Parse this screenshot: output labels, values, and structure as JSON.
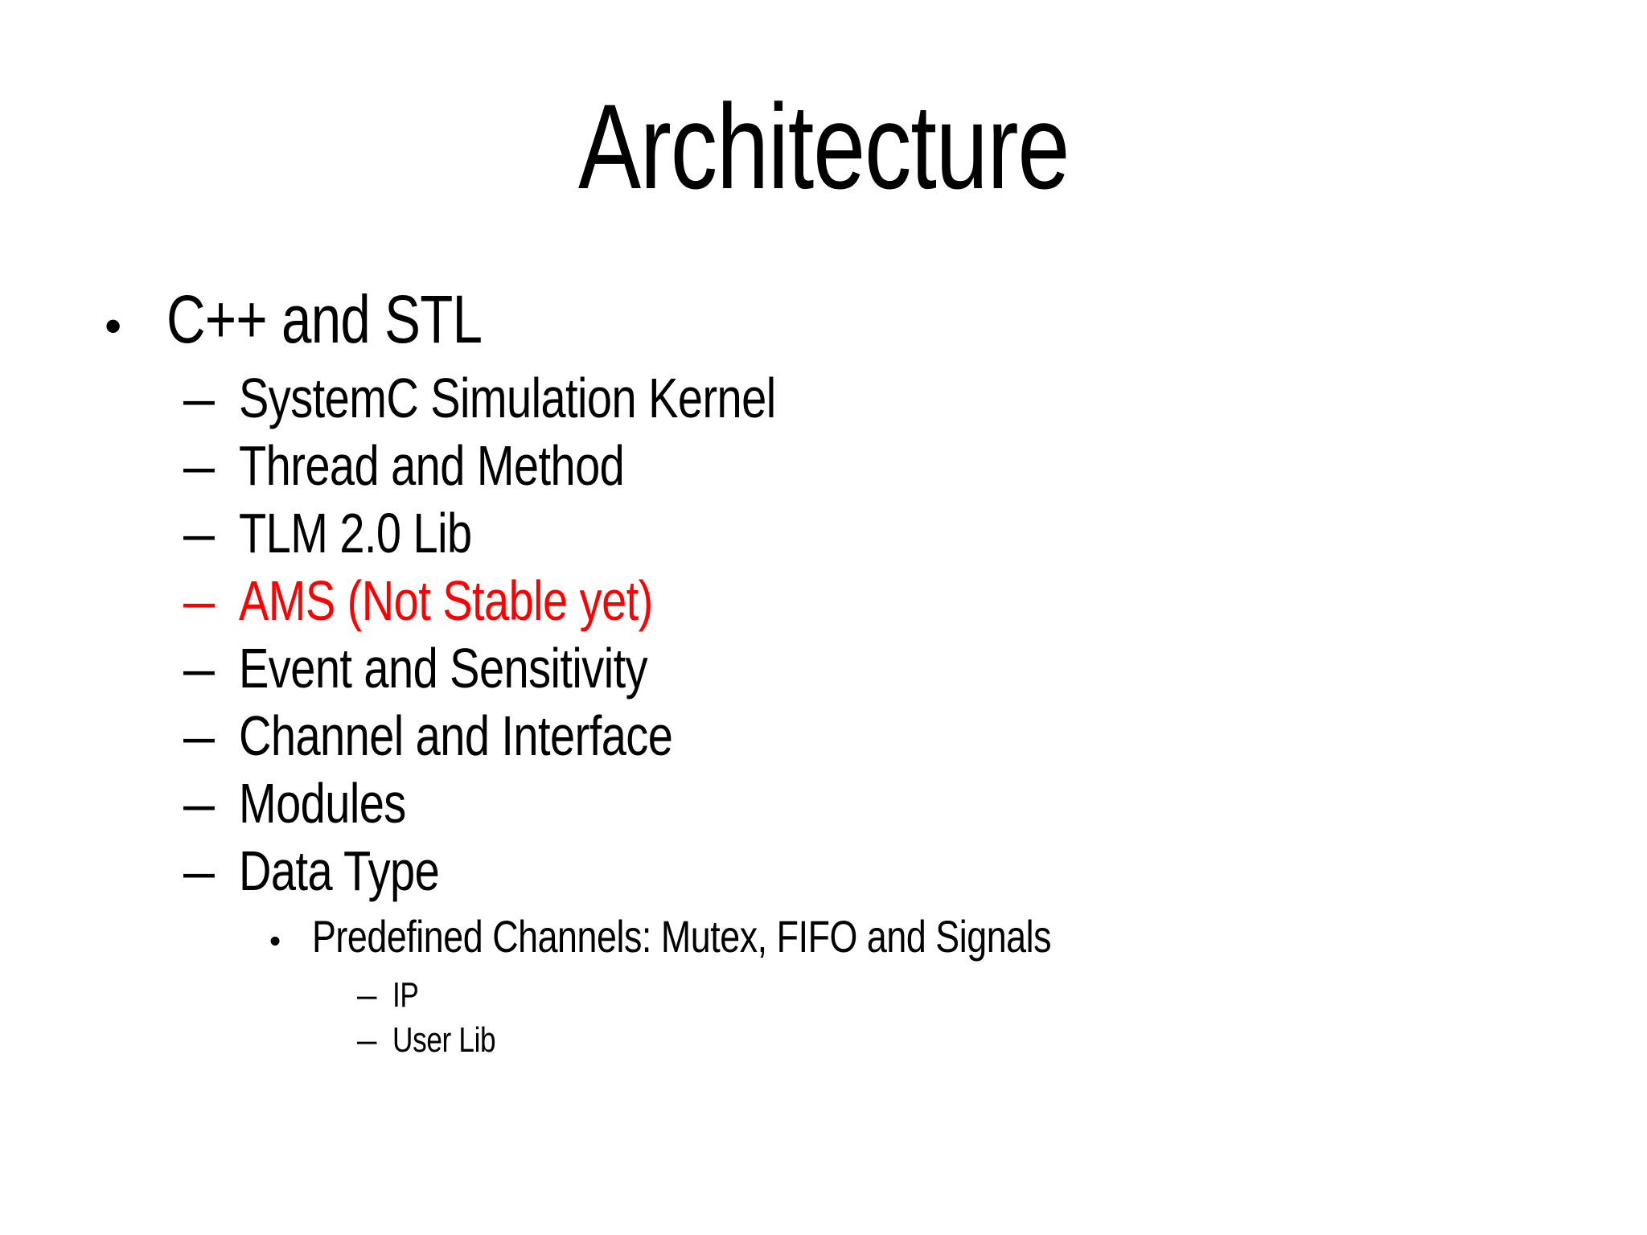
{
  "slide": {
    "title": "Architecture",
    "background_color": "#ffffff",
    "text_color": "#000000",
    "accent_color": "#ff0000",
    "markers": {
      "bullet": "•",
      "dash": "–"
    },
    "outline": [
      {
        "level": 1,
        "marker": "bullet",
        "text": "C++ and STL",
        "color": "#000000"
      },
      {
        "level": 2,
        "marker": "dash",
        "text": "SystemC Simulation Kernel",
        "color": "#000000"
      },
      {
        "level": 2,
        "marker": "dash",
        "text": "Thread and Method",
        "color": "#000000"
      },
      {
        "level": 2,
        "marker": "dash",
        "text": "TLM 2.0 Lib",
        "color": "#000000"
      },
      {
        "level": 2,
        "marker": "dash",
        "text": "AMS (Not Stable yet)",
        "color": "#ff0000"
      },
      {
        "level": 2,
        "marker": "dash",
        "text": "Event and Sensitivity",
        "color": "#000000"
      },
      {
        "level": 2,
        "marker": "dash",
        "text": "Channel and Interface",
        "color": "#000000"
      },
      {
        "level": 2,
        "marker": "dash",
        "text": "Modules",
        "color": "#000000"
      },
      {
        "level": 2,
        "marker": "dash",
        "text": "Data Type",
        "color": "#000000"
      },
      {
        "level": 3,
        "marker": "bullet",
        "text": "Predefined Channels: Mutex, FIFO and Signals",
        "color": "#000000"
      },
      {
        "level": 4,
        "marker": "dash",
        "text": "IP",
        "color": "#000000"
      },
      {
        "level": 4,
        "marker": "dash",
        "text": "User Lib",
        "color": "#000000"
      }
    ]
  }
}
